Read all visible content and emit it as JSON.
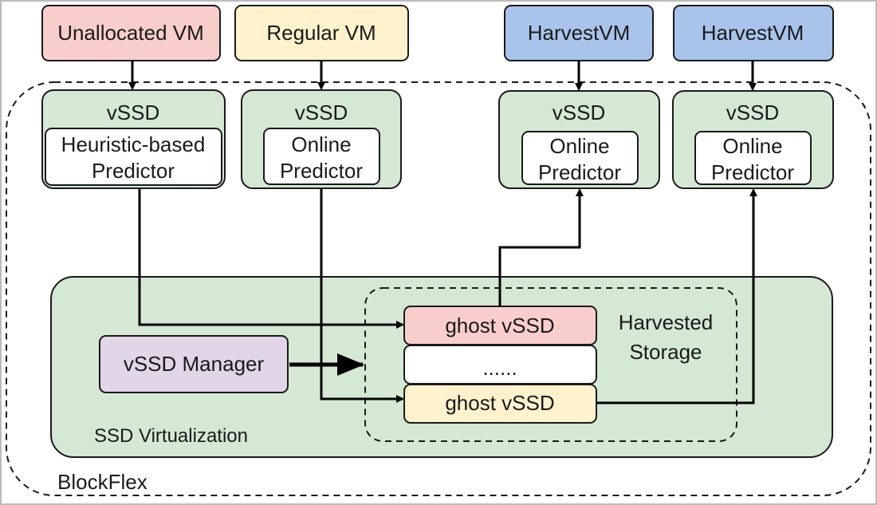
{
  "vms": [
    {
      "label": "Unallocated VM",
      "color": "#f8cecc"
    },
    {
      "label": "Regular VM",
      "color": "#fff2cc"
    },
    {
      "label": "HarvestVM",
      "color": "#a9c4eb"
    },
    {
      "label": "HarvestVM",
      "color": "#a9c4eb"
    }
  ],
  "vssds": [
    {
      "title": "vSSD",
      "predictor_line1": "Heuristic-based",
      "predictor_line2": "Predictor"
    },
    {
      "title": "vSSD",
      "predictor_line1": "Online",
      "predictor_line2": "Predictor"
    },
    {
      "title": "vSSD",
      "predictor_line1": "Online",
      "predictor_line2": "Predictor"
    },
    {
      "title": "vSSD",
      "predictor_line1": "Online",
      "predictor_line2": "Predictor"
    }
  ],
  "ssd_virtualization_label": "SSD Virtualization",
  "vssd_manager_label": "vSSD Manager",
  "harvested_storage_label_line1": "Harvested",
  "harvested_storage_label_line2": "Storage",
  "ghost_top_label": "ghost vSSD",
  "ghost_middle_label": "......",
  "ghost_bottom_label": "ghost vSSD",
  "blockflex_label": "BlockFlex",
  "colors": {
    "vssd_fill": "#d5e8d4",
    "manager_fill": "#e1d5e7",
    "harvested_fill": "#e1d5e7",
    "ghost_top_fill": "#f8cecc",
    "ghost_bottom_fill": "#fff2cc"
  }
}
